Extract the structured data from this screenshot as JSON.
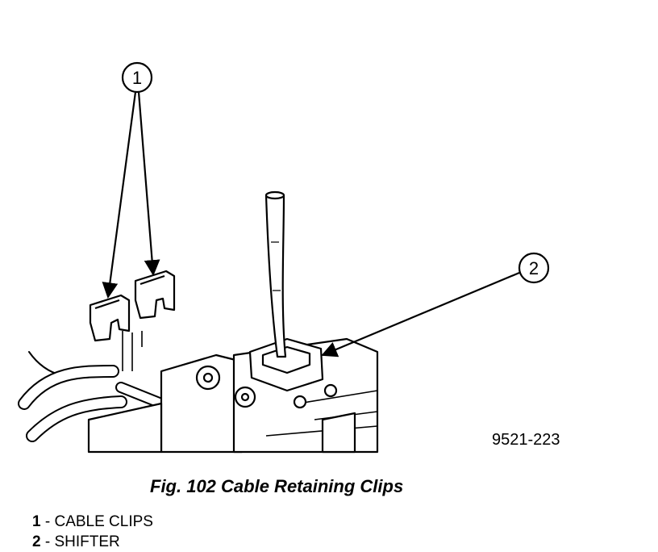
{
  "figure": {
    "code": "9521-223",
    "caption": "Fig. 102 Cable Retaining Clips"
  },
  "callouts": [
    {
      "number": "1",
      "label": "CABLE CLIPS"
    },
    {
      "number": "2",
      "label": "SHIFTER"
    }
  ],
  "legend_separator": " - "
}
